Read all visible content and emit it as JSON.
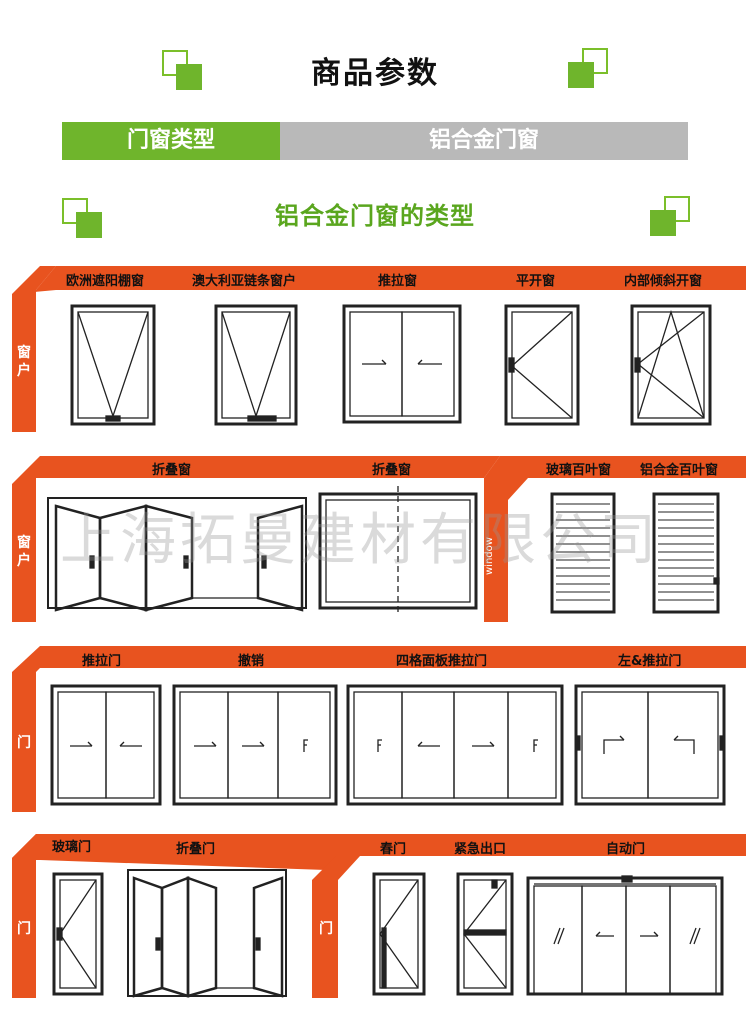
{
  "header": {
    "title": "商品参数"
  },
  "param_bar": {
    "key_label": "门窗类型",
    "value_label": "铝合金门窗"
  },
  "section_title": "铝合金门窗的类型",
  "watermark": "上海拓曼建材有限公司",
  "rows": [
    {
      "side_label": "窗户",
      "items": [
        "欧洲遮阳棚窗",
        "澳大利亚链条窗户",
        "推拉窗",
        "平开窗",
        "内部倾斜开窗"
      ]
    },
    {
      "side_label": "窗户",
      "items": [
        "折叠窗",
        "折叠窗",
        "玻璃百叶窗",
        "铝合金百叶窗"
      ],
      "vertical_note": "window"
    },
    {
      "side_label": "门",
      "items": [
        "推拉门",
        "撤销",
        "四格面板推拉门",
        "左&推拉门"
      ]
    },
    {
      "side_label_left": "门",
      "side_label_right": "门",
      "items": [
        "玻璃门",
        "折叠门",
        "春门",
        "紧急出口",
        "自动门"
      ]
    }
  ],
  "colors": {
    "accent_green": "#6fb52c",
    "bar_grey": "#b9b9b9",
    "band_orange": "#e8531f"
  }
}
